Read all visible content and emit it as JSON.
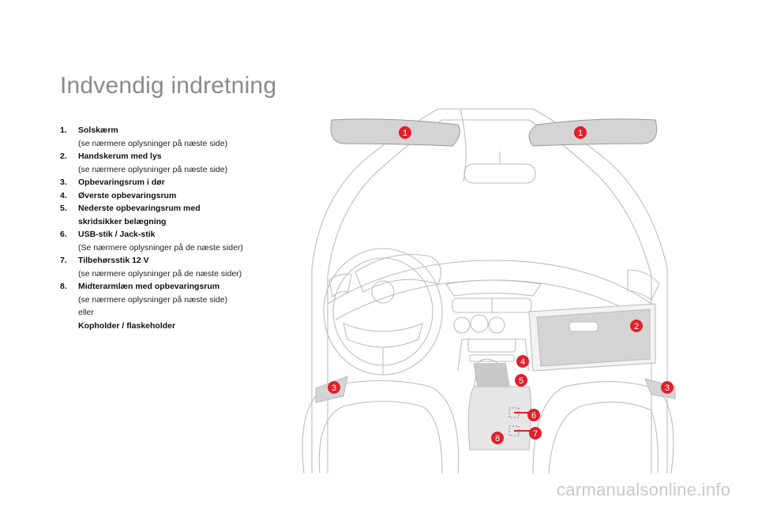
{
  "page": {
    "title": "Indvendig indretning",
    "watermark": "carmanualsonline.info"
  },
  "items": [
    {
      "num": "1.",
      "label": "Solskærm",
      "lines": [
        "(se nærmere oplysninger på næste side)"
      ]
    },
    {
      "num": "2.",
      "label": "Handskerum med lys",
      "lines": [
        "(se nærmere oplysninger på næste side)"
      ]
    },
    {
      "num": "3.",
      "label": "Opbevaringsrum i dør",
      "lines": []
    },
    {
      "num": "4.",
      "label": "Øverste opbevaringsrum",
      "lines": []
    },
    {
      "num": "5.",
      "label": "Nederste opbevaringsrum med skridsikker belægning",
      "lines": []
    },
    {
      "num": "6.",
      "label": "USB-stik / Jack-stik",
      "lines": [
        "(Se nærmere oplysninger på de næste sider)"
      ]
    },
    {
      "num": "7.",
      "label": "Tilbehørsstik 12 V",
      "lines": [
        "(se nærmere oplysninger på de næste sider)"
      ]
    },
    {
      "num": "8.",
      "label": "Midterarmlæn med opbevaringsrum",
      "lines": [
        "(se nærmere oplysninger på næste side)",
        "eller"
      ],
      "extra_bold": "Kopholder / flaskeholder"
    }
  ],
  "callouts": [
    "1",
    "1",
    "2",
    "3",
    "3",
    "4",
    "5",
    "6",
    "7",
    "8"
  ],
  "colors": {
    "callout": "#e0202a",
    "line": "#b8b8b8",
    "title": "#8a8a8a",
    "panel": "#d4d4d4"
  }
}
